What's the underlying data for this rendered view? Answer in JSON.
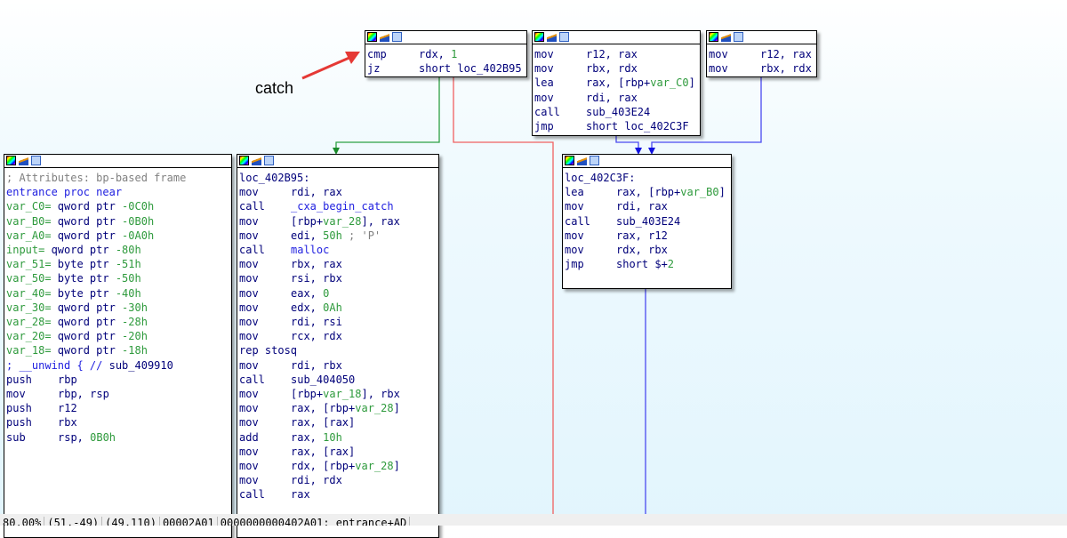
{
  "annotation": "catch",
  "nodes": [
    {
      "id": "cmp-node",
      "lines": [
        {
          "m": "cmp",
          "o": [
            [
              "rdx, ",
              "n"
            ],
            [
              "1",
              "g"
            ]
          ]
        },
        {
          "m": "jz",
          "o": [
            [
              "short loc_402B95",
              "n"
            ]
          ]
        }
      ]
    },
    {
      "id": "cleanup-node",
      "lines": [
        {
          "m": "mov",
          "o": [
            [
              "r12, rax",
              "n"
            ]
          ]
        },
        {
          "m": "mov",
          "o": [
            [
              "rbx, rdx",
              "n"
            ]
          ]
        },
        {
          "m": "lea",
          "o": [
            [
              "rax, [rbp+",
              "n"
            ],
            [
              "var_C0",
              "g"
            ],
            [
              "]",
              "n"
            ]
          ]
        },
        {
          "m": "mov",
          "o": [
            [
              "rdi, rax",
              "n"
            ]
          ]
        },
        {
          "m": "call",
          "o": [
            [
              "sub_403E24",
              "n"
            ]
          ]
        },
        {
          "m": "jmp",
          "o": [
            [
              "short loc_402C3F",
              "n"
            ]
          ]
        }
      ]
    },
    {
      "id": "mov-node",
      "lines": [
        {
          "m": "mov",
          "o": [
            [
              "r12, rax",
              "n"
            ]
          ]
        },
        {
          "m": "mov",
          "o": [
            [
              "rbx, rdx",
              "n"
            ]
          ]
        }
      ]
    },
    {
      "id": "entrance-node",
      "lines": [
        {
          "t": [
            [
              "",
              "n"
            ]
          ]
        },
        {
          "t": [
            [
              "",
              "n"
            ]
          ]
        },
        {
          "t": [
            [
              "; Attributes: bp-based frame",
              "c"
            ]
          ]
        },
        {
          "t": [
            [
              "",
              "n"
            ]
          ]
        },
        {
          "t": [
            [
              "entrance proc near",
              "b"
            ]
          ]
        },
        {
          "t": [
            [
              "",
              "n"
            ]
          ]
        },
        {
          "t": [
            [
              "var_C0= ",
              "g"
            ],
            [
              "qword ptr ",
              "n"
            ],
            [
              "-0C0h",
              "g"
            ]
          ]
        },
        {
          "t": [
            [
              "var_B0= ",
              "g"
            ],
            [
              "qword ptr ",
              "n"
            ],
            [
              "-0B0h",
              "g"
            ]
          ]
        },
        {
          "t": [
            [
              "var_A0= ",
              "g"
            ],
            [
              "qword ptr ",
              "n"
            ],
            [
              "-0A0h",
              "g"
            ]
          ]
        },
        {
          "t": [
            [
              "input= ",
              "g"
            ],
            [
              "qword ptr ",
              "n"
            ],
            [
              "-80h",
              "g"
            ]
          ]
        },
        {
          "t": [
            [
              "var_51= ",
              "g"
            ],
            [
              "byte ptr ",
              "n"
            ],
            [
              "-51h",
              "g"
            ]
          ]
        },
        {
          "t": [
            [
              "var_50= ",
              "g"
            ],
            [
              "byte ptr ",
              "n"
            ],
            [
              "-50h",
              "g"
            ]
          ]
        },
        {
          "t": [
            [
              "var_40= ",
              "g"
            ],
            [
              "byte ptr ",
              "n"
            ],
            [
              "-40h",
              "g"
            ]
          ]
        },
        {
          "t": [
            [
              "var_30= ",
              "g"
            ],
            [
              "qword ptr ",
              "n"
            ],
            [
              "-30h",
              "g"
            ]
          ]
        },
        {
          "t": [
            [
              "var_28= ",
              "g"
            ],
            [
              "qword ptr ",
              "n"
            ],
            [
              "-28h",
              "g"
            ]
          ]
        },
        {
          "t": [
            [
              "var_20= ",
              "g"
            ],
            [
              "qword ptr ",
              "n"
            ],
            [
              "-20h",
              "g"
            ]
          ]
        },
        {
          "t": [
            [
              "var_18= ",
              "g"
            ],
            [
              "qword ptr ",
              "n"
            ],
            [
              "-18h",
              "g"
            ]
          ]
        },
        {
          "t": [
            [
              "",
              "n"
            ]
          ]
        },
        {
          "t": [
            [
              "; __unwind { // ",
              "b"
            ],
            [
              "sub_409910",
              "n"
            ]
          ]
        },
        {
          "m": "push",
          "o": [
            [
              "rbp",
              "n"
            ]
          ]
        },
        {
          "m": "mov",
          "o": [
            [
              "rbp, rsp",
              "n"
            ]
          ]
        },
        {
          "m": "push",
          "o": [
            [
              "r12",
              "n"
            ]
          ]
        },
        {
          "m": "push",
          "o": [
            [
              "rbx",
              "n"
            ]
          ]
        },
        {
          "m": "sub",
          "o": [
            [
              "rsp, ",
              "n"
            ],
            [
              "0B0h",
              "g"
            ]
          ]
        }
      ]
    },
    {
      "id": "catch-node",
      "lines": [
        {
          "t": [
            [
              "",
              "n"
            ]
          ]
        },
        {
          "t": [
            [
              "loc_402B95:",
              "n"
            ]
          ]
        },
        {
          "m": "mov",
          "o": [
            [
              "rdi, rax",
              "n"
            ]
          ]
        },
        {
          "m": "call",
          "o": [
            [
              "_cxa_begin_catch",
              "b"
            ]
          ]
        },
        {
          "m": "mov",
          "o": [
            [
              "[rbp+",
              "n"
            ],
            [
              "var_28",
              "g"
            ],
            [
              "], rax",
              "n"
            ]
          ]
        },
        {
          "m": "mov",
          "o": [
            [
              "edi, ",
              "n"
            ],
            [
              "50h",
              "g"
            ],
            [
              " ; 'P'",
              "c"
            ]
          ]
        },
        {
          "m": "call",
          "o": [
            [
              "malloc",
              "b"
            ]
          ]
        },
        {
          "m": "mov",
          "o": [
            [
              "rbx, rax",
              "n"
            ]
          ]
        },
        {
          "m": "mov",
          "o": [
            [
              "rsi, rbx",
              "n"
            ]
          ]
        },
        {
          "m": "mov",
          "o": [
            [
              "eax, ",
              "n"
            ],
            [
              "0",
              "g"
            ]
          ]
        },
        {
          "m": "mov",
          "o": [
            [
              "edx, ",
              "n"
            ],
            [
              "0Ah",
              "g"
            ]
          ]
        },
        {
          "m": "mov",
          "o": [
            [
              "rdi, rsi",
              "n"
            ]
          ]
        },
        {
          "m": "mov",
          "o": [
            [
              "rcx, rdx",
              "n"
            ]
          ]
        },
        {
          "t": [
            [
              "rep stosq",
              "n"
            ]
          ]
        },
        {
          "m": "mov",
          "o": [
            [
              "rdi, rbx",
              "n"
            ]
          ]
        },
        {
          "m": "call",
          "o": [
            [
              "sub_404050",
              "n"
            ]
          ]
        },
        {
          "m": "mov",
          "o": [
            [
              "[rbp+",
              "n"
            ],
            [
              "var_18",
              "g"
            ],
            [
              "], rbx",
              "n"
            ]
          ]
        },
        {
          "m": "mov",
          "o": [
            [
              "rax, [rbp+",
              "n"
            ],
            [
              "var_28",
              "g"
            ],
            [
              "]",
              "n"
            ]
          ]
        },
        {
          "m": "mov",
          "o": [
            [
              "rax, [rax]",
              "n"
            ]
          ]
        },
        {
          "m": "add",
          "o": [
            [
              "rax, ",
              "n"
            ],
            [
              "10h",
              "g"
            ]
          ]
        },
        {
          "m": "mov",
          "o": [
            [
              "rax, [rax]",
              "n"
            ]
          ]
        },
        {
          "m": "mov",
          "o": [
            [
              "rdx, [rbp+",
              "n"
            ],
            [
              "var_28",
              "g"
            ],
            [
              "]",
              "n"
            ]
          ]
        },
        {
          "m": "mov",
          "o": [
            [
              "rdi, rdx",
              "n"
            ]
          ]
        },
        {
          "m": "call",
          "o": [
            [
              "rax",
              "n"
            ]
          ]
        }
      ]
    },
    {
      "id": "loc-402c3f-node",
      "lines": [
        {
          "t": [
            [
              "",
              "n"
            ]
          ]
        },
        {
          "t": [
            [
              "loc_402C3F:",
              "n"
            ]
          ]
        },
        {
          "m": "lea",
          "o": [
            [
              "rax, [rbp+",
              "n"
            ],
            [
              "var_B0",
              "g"
            ],
            [
              "]",
              "n"
            ]
          ]
        },
        {
          "m": "mov",
          "o": [
            [
              "rdi, rax",
              "n"
            ]
          ]
        },
        {
          "m": "call",
          "o": [
            [
              "sub_403E24",
              "n"
            ]
          ]
        },
        {
          "m": "mov",
          "o": [
            [
              "rax, r12",
              "n"
            ]
          ]
        },
        {
          "m": "mov",
          "o": [
            [
              "rdx, rbx",
              "n"
            ]
          ]
        },
        {
          "m": "jmp",
          "o": [
            [
              "short $+",
              "n"
            ],
            [
              "2",
              "g"
            ]
          ]
        }
      ]
    }
  ],
  "status": [
    "80.00%",
    "(51,-49)",
    "(49,110)",
    "00002A01",
    "0000000000402A01: entrance+AD"
  ],
  "colors": {
    "true_edge": "#2ea043",
    "false_edge": "#f06060",
    "flow_edge": "#4a4af0",
    "arrow": "#e53935"
  }
}
